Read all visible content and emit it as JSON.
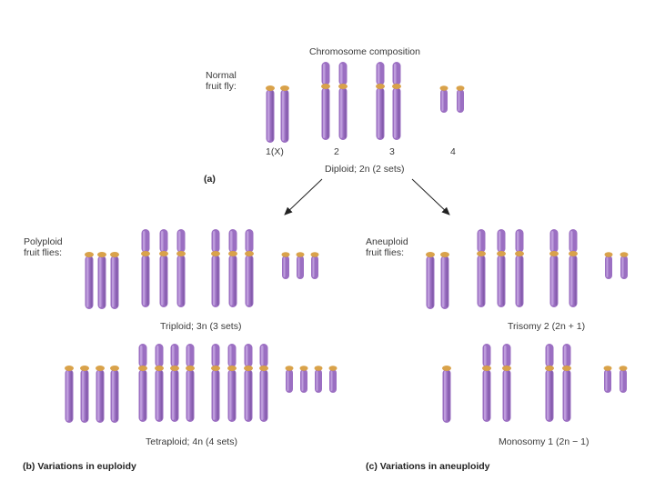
{
  "title": "Chromosome composition",
  "panel_a": {
    "organism_label": "Normal\nfruit fly:",
    "chromosome_labels": [
      "1(X)",
      "2",
      "3",
      "4"
    ],
    "caption": "Diploid; 2n (2 sets)",
    "panel_label": "(a)"
  },
  "panel_b": {
    "organism_label": "Polyploid\nfruit flies:",
    "row1_caption": "Triploid; 3n (3 sets)",
    "row2_caption": "Tetraploid; 4n (4 sets)",
    "panel_label": "(b) Variations in euploidy"
  },
  "panel_c": {
    "organism_label": "Aneuploid\nfruit flies:",
    "row1_caption": "Trisomy 2 (2n + 1)",
    "row2_caption": "Monosomy 1 (2n − 1)",
    "panel_label": "(c) Variations in aneuploidy"
  },
  "colors": {
    "chromosome": "#9b6fc2",
    "chromosome_dark": "#6f4a95",
    "chromosome_light": "#c7a8e2",
    "centromere": "#d9a24a",
    "arrow": "#222222"
  }
}
